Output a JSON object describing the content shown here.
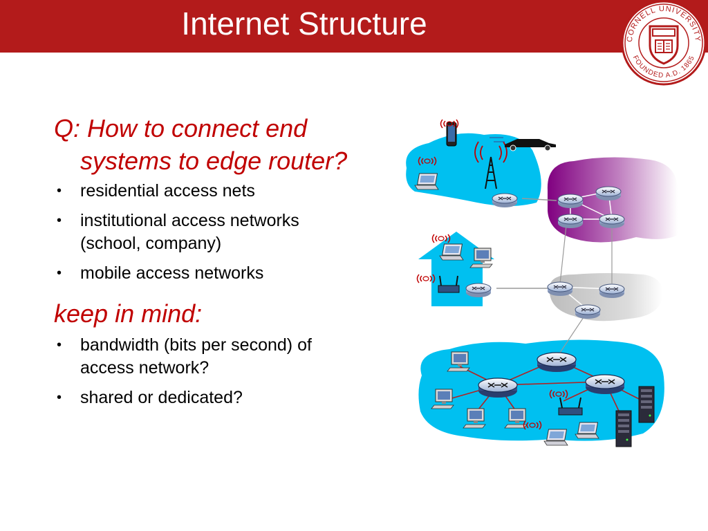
{
  "slide": {
    "title": "Internet Structure",
    "question": "Q: How to connect end systems to edge router?",
    "bullets1": [
      "residential access nets",
      "institutional access networks (school, company)",
      "mobile access networks"
    ],
    "heading2": "keep in mind:",
    "bullets2": [
      "bandwidth (bits per second) of access network?",
      "shared or dedicated?"
    ]
  },
  "logo": {
    "text": "CORNELL UNIVERSITY · FOUNDED A.D. 1865",
    "color": "#b31b1b"
  },
  "colors": {
    "header": "#b31b1b",
    "accent_text": "#c00000",
    "access_net": "#00c0f0",
    "isp_purple": "#800080",
    "isp_gray": "#c8c8c8",
    "link": "#b22222"
  }
}
